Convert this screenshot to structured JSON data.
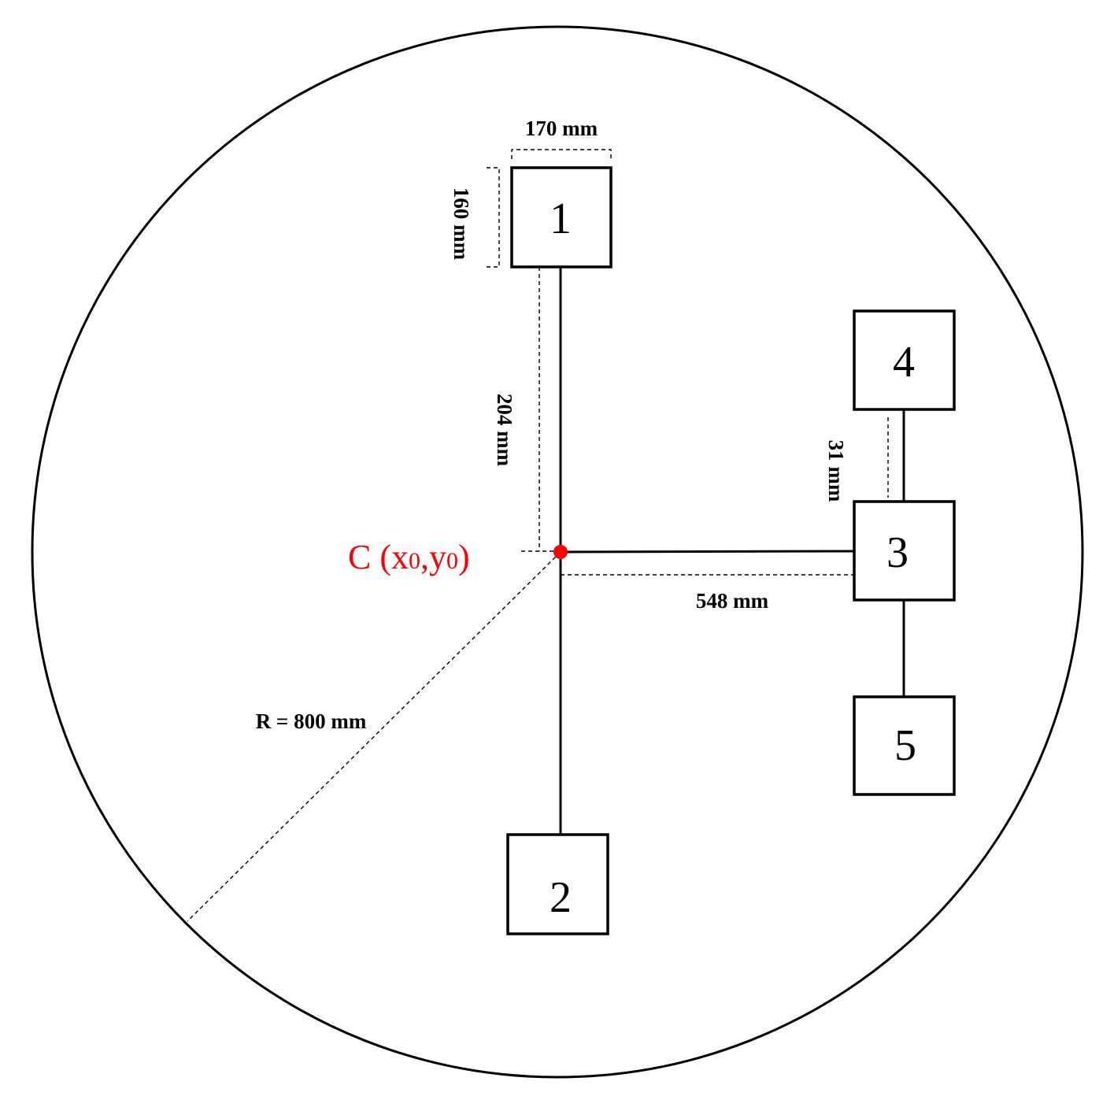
{
  "diagram": {
    "nodes": [
      {
        "id": "1",
        "label": "1"
      },
      {
        "id": "2",
        "label": "2"
      },
      {
        "id": "3",
        "label": "3"
      },
      {
        "id": "4",
        "label": "4"
      },
      {
        "id": "5",
        "label": "5"
      }
    ],
    "edges": [
      {
        "from": "C",
        "to": "1"
      },
      {
        "from": "C",
        "to": "2"
      },
      {
        "from": "C",
        "to": "3"
      },
      {
        "from": "3",
        "to": "4"
      },
      {
        "from": "3",
        "to": "5"
      }
    ],
    "center": {
      "prefix": "C (x",
      "sub1": "0",
      "comma": ",y",
      "sub2": "0",
      "suffix": ")",
      "color": "#ff0000"
    },
    "dimensions": {
      "width": "170 mm",
      "height": "160 mm",
      "c_to_1": "204 mm",
      "c_to_3": "548 mm",
      "gap_4_3": "31 mm",
      "radius": "R = 800 mm"
    }
  }
}
